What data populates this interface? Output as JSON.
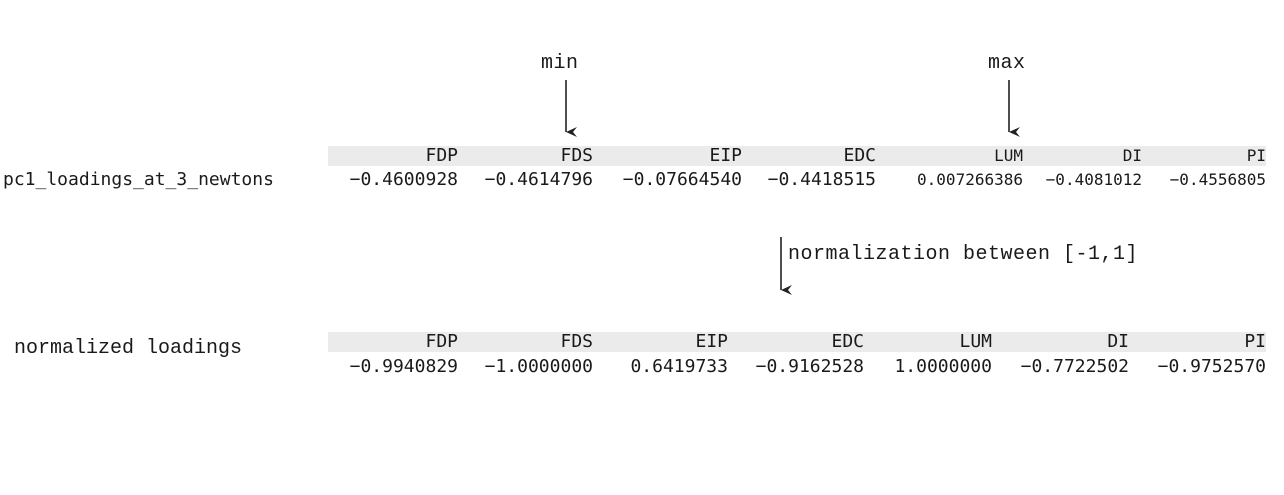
{
  "annotations": {
    "min": "min",
    "max": "max",
    "normalization": "normalization between [-1,1]"
  },
  "table1": {
    "row_label": "pc1_loadings_at_3_newtons",
    "columns": [
      "FDP",
      "FDS",
      "EIP",
      "EDC",
      "LUM",
      "DI",
      "PI"
    ],
    "values": [
      "-0.4600928",
      "-0.4614796",
      "-0.07664540",
      "-0.4418515",
      "0.007266386",
      "-0.4081012",
      "-0.4556805"
    ]
  },
  "table2": {
    "row_label": "normalized loadings",
    "columns": [
      "FDP",
      "FDS",
      "EIP",
      "EDC",
      "LUM",
      "DI",
      "PI"
    ],
    "values": [
      "-0.9940829",
      "-1.0000000",
      "0.6419733",
      "-0.9162528",
      "1.0000000",
      "-0.7722502",
      "-0.9752570"
    ]
  }
}
